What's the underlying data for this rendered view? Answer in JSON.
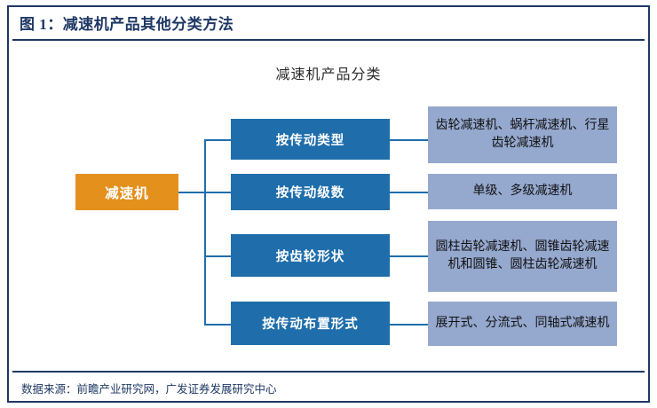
{
  "figure": {
    "title": "图 1：减速机产品其他分类方法",
    "source": "数据来源：前瞻产业研究网，广发证券发展研究中心",
    "chart_heading": "减速机产品分类"
  },
  "colors": {
    "frame": "#1f3864",
    "root": "#e3901d",
    "branch": "#1f6eab",
    "leaf": "#95a8ce",
    "connector": "#1f6eab",
    "title_text": "#1f3864",
    "heading_text": "#2b2b2b"
  },
  "chart_data": {
    "type": "diagram",
    "title": "减速机产品分类",
    "root": "减速机",
    "branches": [
      {
        "label": "按传动类型",
        "detail": "齿轮减速机、蜗杆减速机、行星齿轮减速机"
      },
      {
        "label": "按传动级数",
        "detail": "单级、多级减速机"
      },
      {
        "label": "按齿轮形状",
        "detail": "圆柱齿轮减速机、圆锥齿轮减速机和圆锥、圆柱齿轮减速机"
      },
      {
        "label": "按传动布置形式",
        "detail": "展开式、分流式、同轴式减速机"
      }
    ]
  }
}
